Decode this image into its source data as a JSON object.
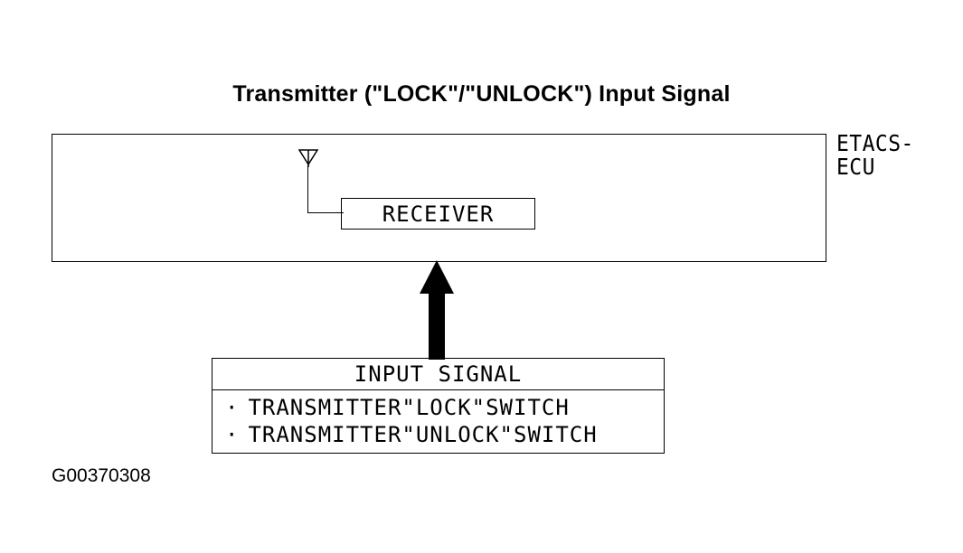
{
  "diagram": {
    "title": "Transmitter (\"LOCK\"/\"UNLOCK\") Input Signal",
    "ecu": {
      "label_line1": "ETACS-",
      "label_line2": "ECU",
      "receiver_label": "RECEIVER"
    },
    "input_signal": {
      "header": "INPUT SIGNAL",
      "items": [
        "TRANSMITTER\"LOCK\"SWITCH",
        "TRANSMITTER\"UNLOCK\"SWITCH"
      ]
    },
    "figure_id": "G00370308"
  }
}
